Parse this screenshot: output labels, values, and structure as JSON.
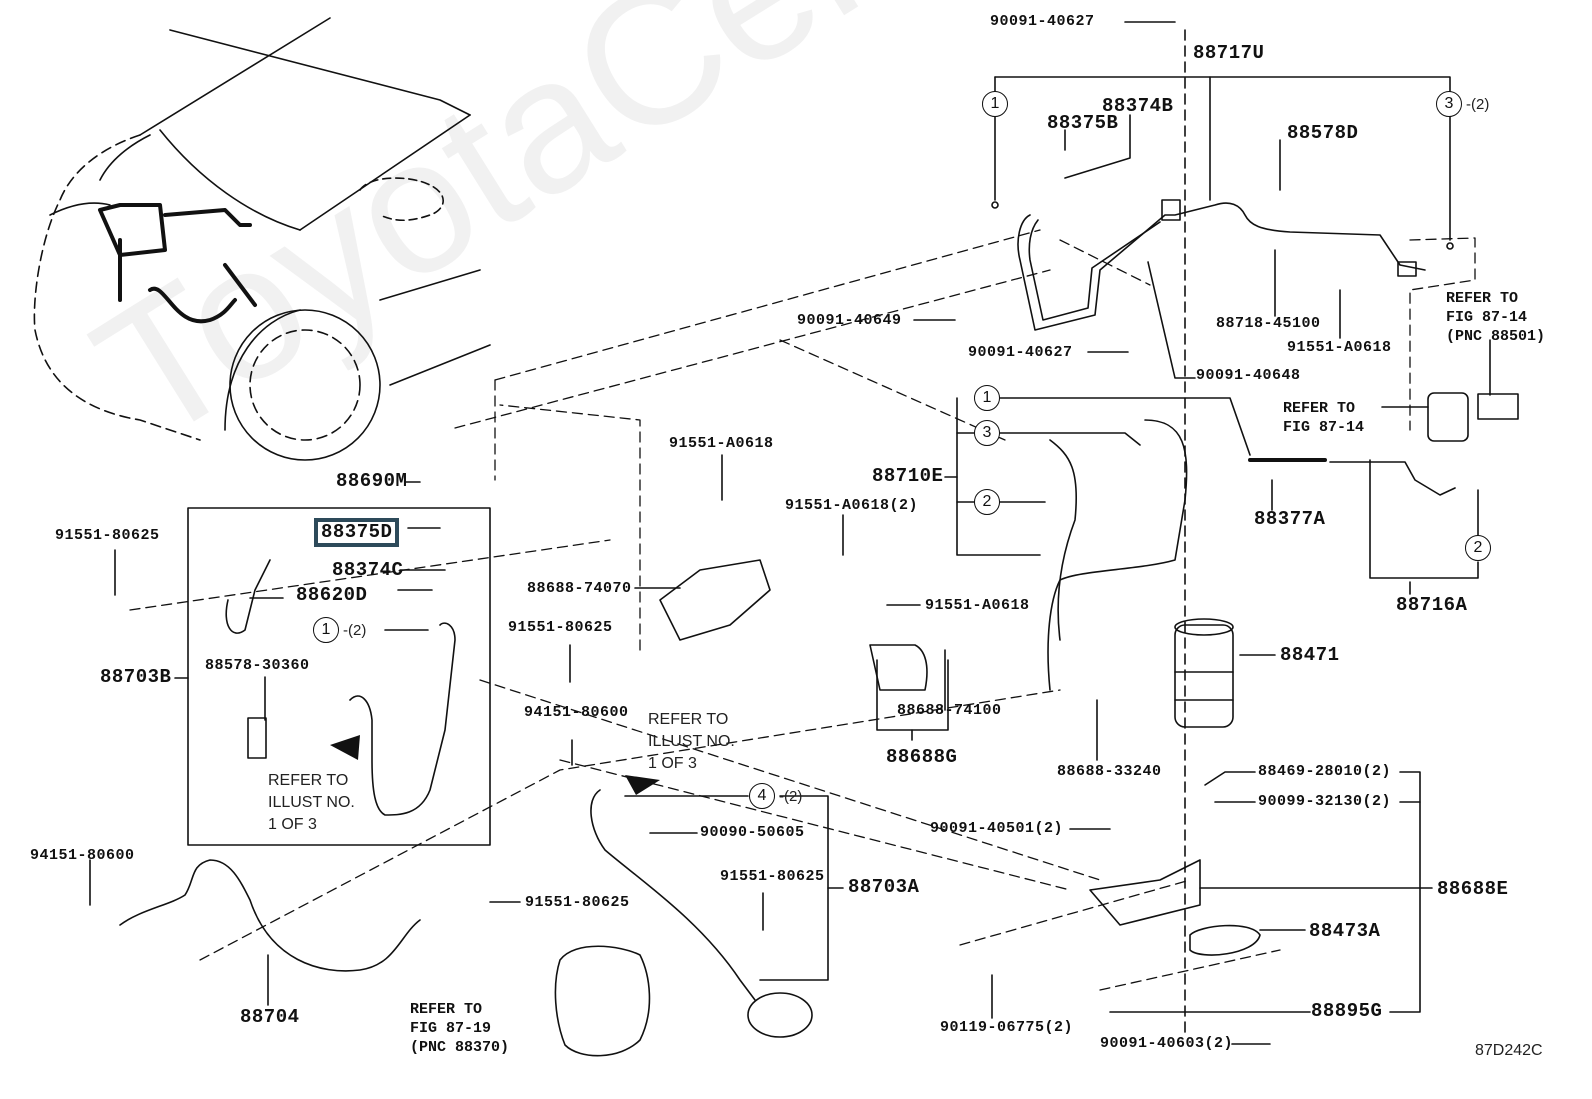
{
  "watermark": "ToyotaCenMiner.ru",
  "diagram_code": "87D242C",
  "highlighted_part": "88375D",
  "colors": {
    "highlight_border": "#2d4a5a",
    "line": "#111111",
    "watermark": "#f1f1f1"
  },
  "parts": {
    "p90091_40627_top": "90091-40627",
    "p88717U": "88717U",
    "p88374B": "88374B",
    "p88375B": "88375B",
    "p88578D": "88578D",
    "p88718_45100": "88718-45100",
    "p91551_A0618_r": "91551-A0618",
    "p90091_40648": "90091-40648",
    "p90091_40649": "90091-40649",
    "p90091_40627_mid": "90091-40627",
    "p88710E": "88710E",
    "p88377A": "88377A",
    "p88716A": "88716A",
    "p88471": "88471",
    "p88690M": "88690M",
    "p91551_A0618_c": "91551-A0618",
    "p91551_A0618_2": "91551-A0618(2)",
    "p88688_74070": "88688-74070",
    "p91551_80625_l": "91551-80625",
    "p88375D": "88375D",
    "p88374C": "88374C",
    "p88620D": "88620D",
    "p88703B": "88703B",
    "p88578_30360": "88578-30360",
    "p91551_80625_c": "91551-80625",
    "p94151_80600_c": "94151-80600",
    "p91551_A0618_m": "91551-A0618",
    "p88688_74100": "88688-74100",
    "p88688G": "88688G",
    "p88688_33240": "88688-33240",
    "p88469_28010": "88469-28010(2)",
    "p90099_32130": "90099-32130(2)",
    "p90091_40501": "90091-40501(2)",
    "p88688E": "88688E",
    "p88473A": "88473A",
    "p88895G": "88895G",
    "p90119_06775": "90119-06775(2)",
    "p90091_40603": "90091-40603(2)",
    "p90090_50605": "90090-50605",
    "p91551_80625_r": "91551-80625",
    "p88703A": "88703A",
    "p94151_80600_l": "94151-80600",
    "p91551_80625_b": "91551-80625",
    "p88704": "88704"
  },
  "callouts": {
    "c1_top": "1",
    "c3_top": "3",
    "c3_top_qty": "-(2)",
    "c1_mid": "1",
    "c3_mid": "3",
    "c2_mid": "2",
    "c2_right": "2",
    "c1_box": "1",
    "c1_box_qty": "-(2)",
    "c4": "4",
    "c4_qty": "-(2)"
  },
  "notes": {
    "refer_87_14_pnc": "REFER TO\nFIG 87-14\n(PNC 88501)",
    "refer_87_14": "REFER TO\nFIG 87-14",
    "refer_87_19": "REFER TO\nFIG 87-19\n(PNC 88370)",
    "refer_illust_box": "REFER TO\nILLUST NO.\n1 OF 3",
    "refer_illust_mid": "REFER TO\nILLUST NO.\n1 OF 3"
  }
}
